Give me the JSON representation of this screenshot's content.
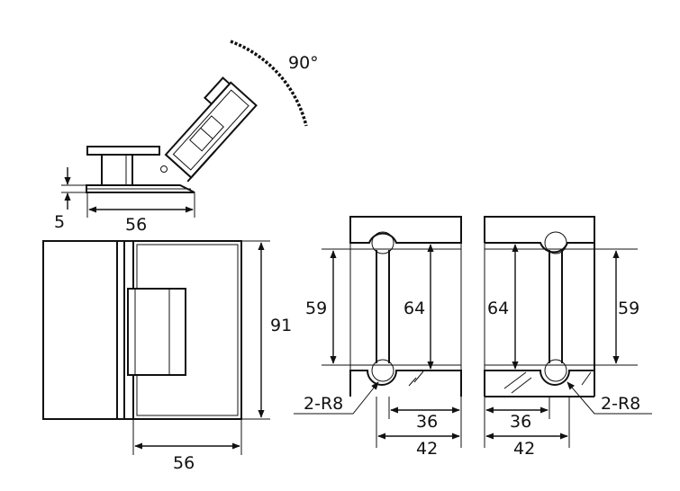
{
  "title": "",
  "colors": {
    "line": "#111111",
    "background": "#ffffff"
  },
  "top_view": {
    "angle": "90°",
    "width": "56",
    "offset": "5"
  },
  "front_view": {
    "width": "56",
    "height": "91"
  },
  "cutout_left": {
    "inner_height": "59",
    "outer_height": "64",
    "radius": "2-R8",
    "inner_width": "36",
    "outer_width": "42"
  },
  "cutout_right": {
    "outer_height": "64",
    "inner_height": "59",
    "radius": "2-R8",
    "inner_width": "36",
    "outer_width": "42"
  }
}
